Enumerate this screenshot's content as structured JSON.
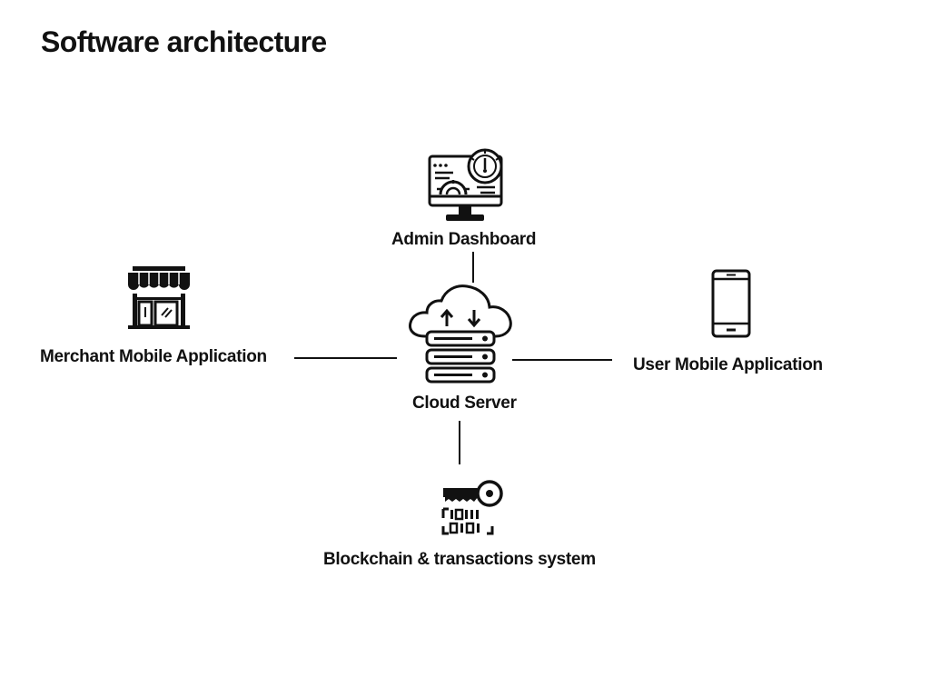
{
  "title": "Software architecture",
  "nodes": {
    "admin": {
      "label": "Admin Dashboard",
      "icon": "monitor-dashboard-icon"
    },
    "merchant": {
      "label": "Merchant Mobile Application",
      "icon": "storefront-icon"
    },
    "cloud": {
      "label": "Cloud Server",
      "icon": "cloud-server-icon"
    },
    "user": {
      "label": "User Mobile Application",
      "icon": "smartphone-icon"
    },
    "blockchain": {
      "label": "Blockchain & transactions system",
      "icon": "key-blockchain-icon"
    }
  },
  "colors": {
    "ink": "#111111",
    "background": "#ffffff"
  }
}
